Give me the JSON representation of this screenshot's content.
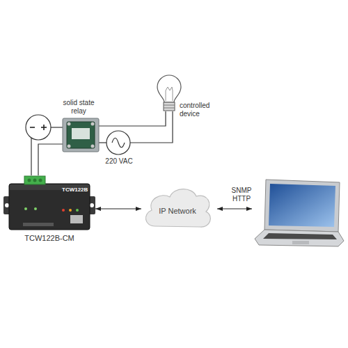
{
  "diagram": {
    "nodes": [
      {
        "text": [
          "TCW122B",
          "TCW122B-CM"
        ]
      },
      {
        "text": [
          "IP Network"
        ]
      }
    ],
    "edges": [
      {
        "from": 0,
        "to": 1,
        "arrow": "both"
      }
    ],
    "labels": [
      "solid state relay",
      "controlled device",
      "220 VAC",
      "SNMP HTTP"
    ]
  }
}
